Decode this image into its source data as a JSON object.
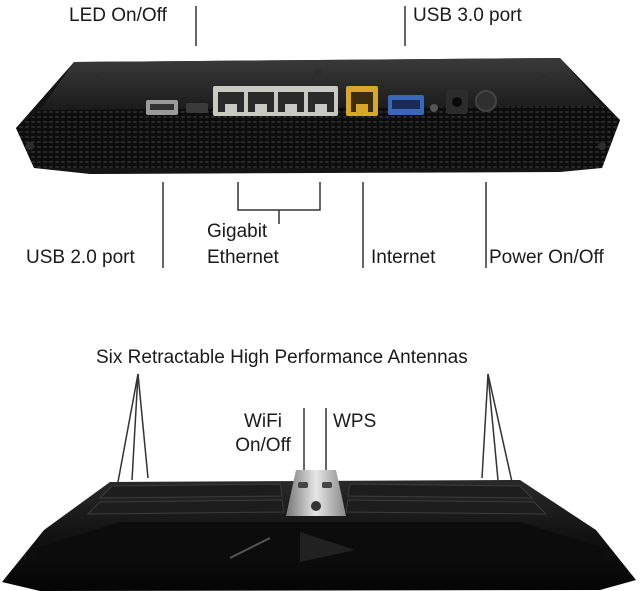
{
  "rear_view": {
    "labels": {
      "led": "LED On/Off",
      "usb3": "USB 3.0 port",
      "usb2": "USB 2.0 port",
      "gigabit_line1": "Gigabit",
      "gigabit_line2": "Ethernet",
      "internet": "Internet",
      "power": "Power On/Off"
    }
  },
  "front_view": {
    "labels": {
      "antennas": "Six Retractable High Performance Antennas",
      "wifi_line1": "WiFi",
      "wifi_line2": "On/Off",
      "wps": "WPS"
    }
  },
  "colors": {
    "router_body": "#151515",
    "port_ethernet": "#c9c9c4",
    "port_internet": "#d8a72a",
    "port_usb3": "#3a68b8",
    "leader_line": "#333333"
  }
}
